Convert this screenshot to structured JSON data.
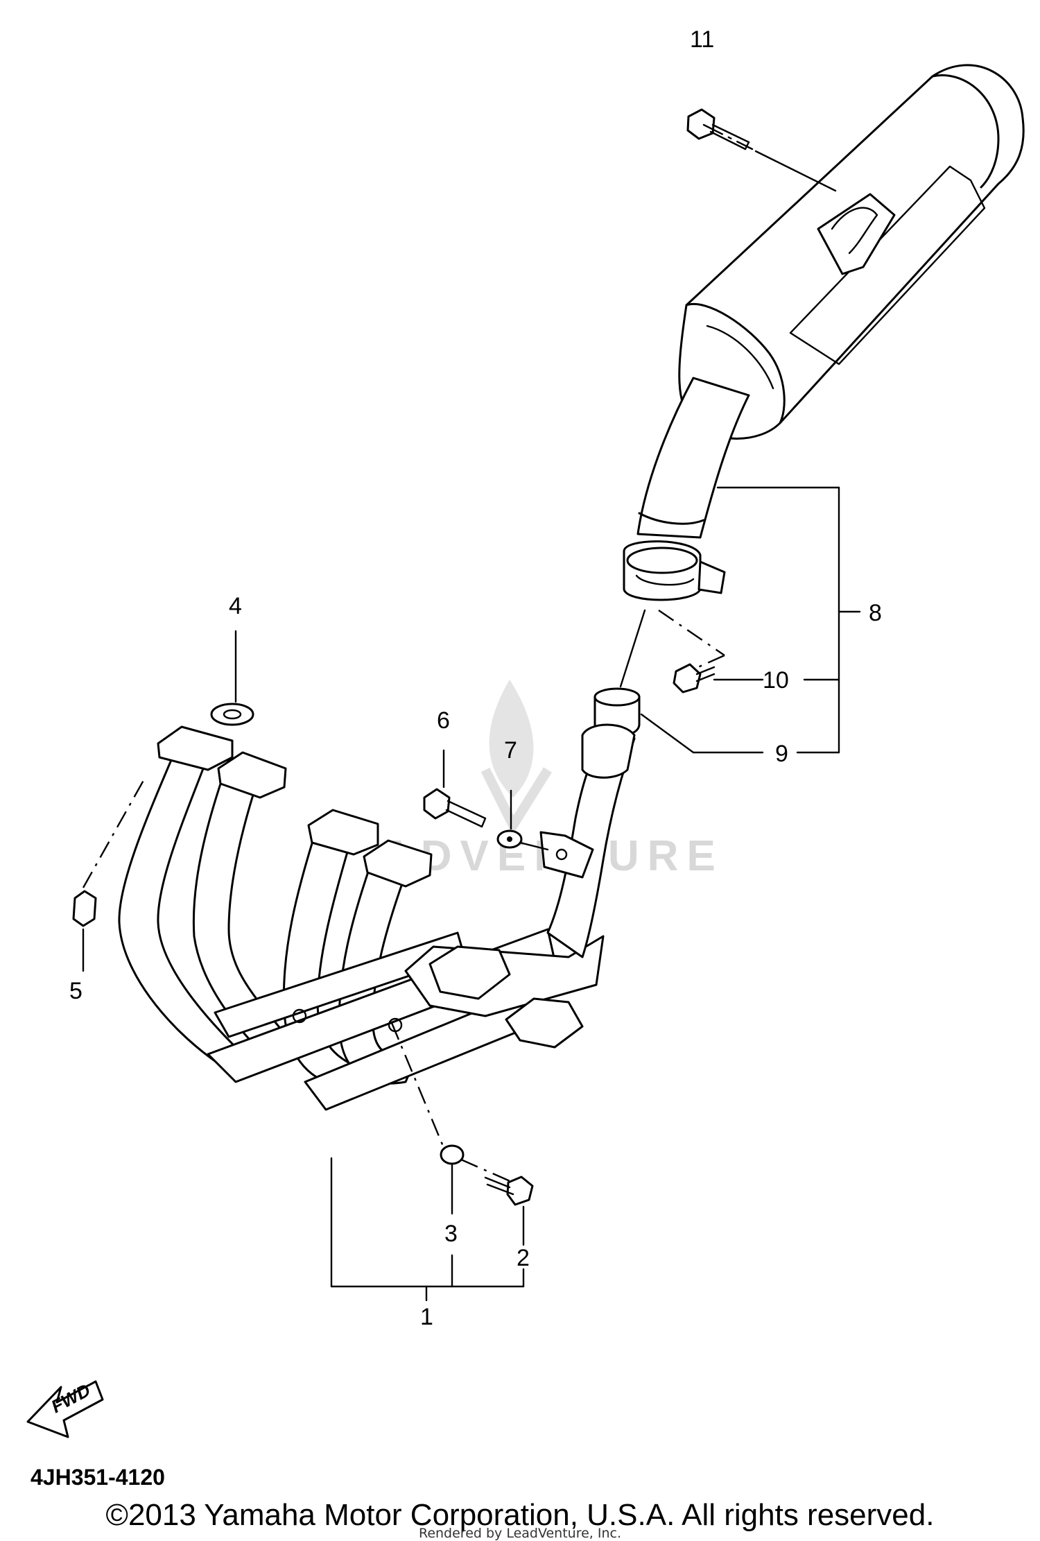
{
  "callouts": {
    "c1": "1",
    "c2": "2",
    "c3": "3",
    "c4": "4",
    "c5": "5",
    "c6": "6",
    "c7": "7",
    "c8": "8",
    "c9": "9",
    "c10": "10",
    "c11": "11"
  },
  "fwd_label": "FWD",
  "watermark": "ADVENTURE",
  "diagram_code": "4JH351-4120",
  "copyright": "©2013 Yamaha Motor Corporation, U.S.A. All rights reserved.",
  "rendered_by": "Rendered by LeadVenture, Inc."
}
